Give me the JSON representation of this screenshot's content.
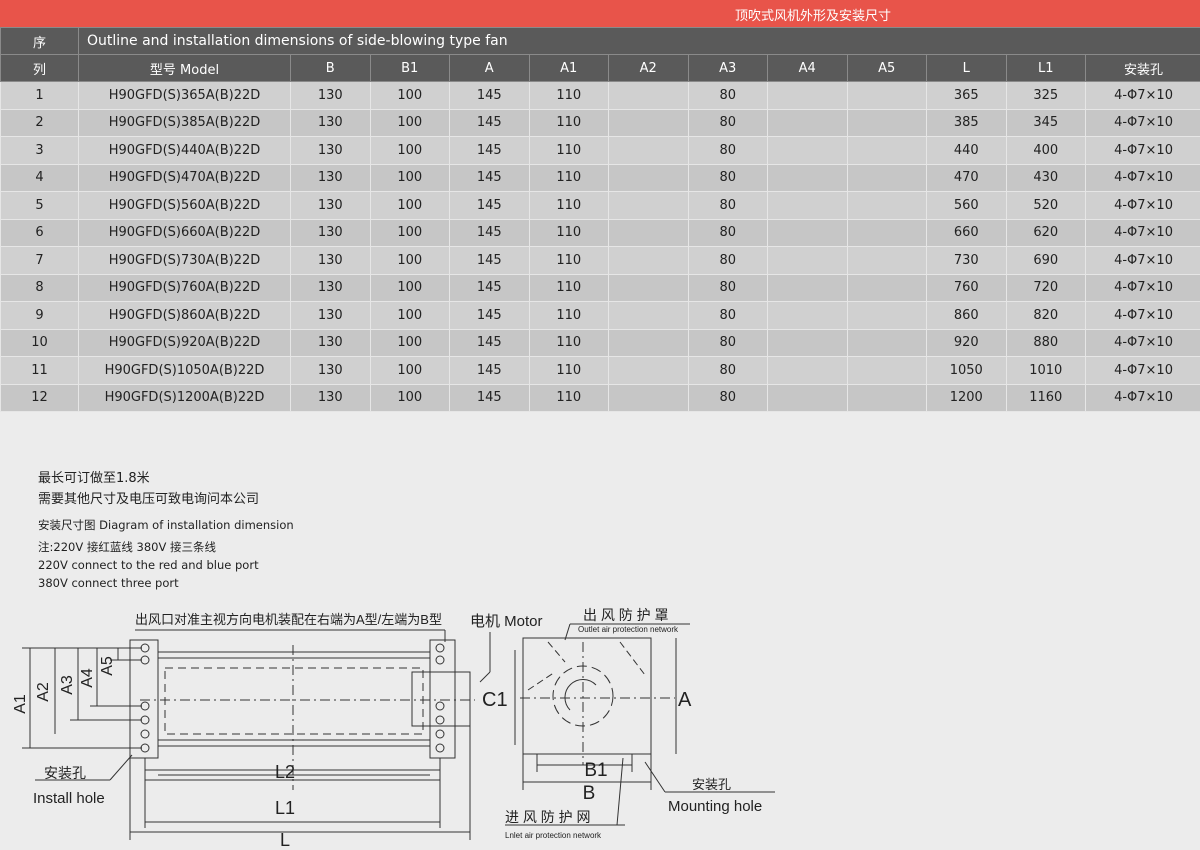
{
  "banner": {
    "title": "顶吹式风机外形及安装尺寸"
  },
  "table": {
    "seq_top": "序",
    "seq_bottom": "列",
    "subtitle": "Outline and installation dimensions of side-blowing type fan",
    "headers": [
      "型号 Model",
      "B",
      "B1",
      "A",
      "A1",
      "A2",
      "A3",
      "A4",
      "A5",
      "L",
      "L1",
      "安装孔"
    ],
    "rows": [
      [
        "1",
        "H90GFD(S)365A(B)22D",
        "130",
        "100",
        "145",
        "110",
        "",
        "80",
        "",
        "",
        "365",
        "325",
        "4-Φ7×10"
      ],
      [
        "2",
        "H90GFD(S)385A(B)22D",
        "130",
        "100",
        "145",
        "110",
        "",
        "80",
        "",
        "",
        "385",
        "345",
        "4-Φ7×10"
      ],
      [
        "3",
        "H90GFD(S)440A(B)22D",
        "130",
        "100",
        "145",
        "110",
        "",
        "80",
        "",
        "",
        "440",
        "400",
        "4-Φ7×10"
      ],
      [
        "4",
        "H90GFD(S)470A(B)22D",
        "130",
        "100",
        "145",
        "110",
        "",
        "80",
        "",
        "",
        "470",
        "430",
        "4-Φ7×10"
      ],
      [
        "5",
        "H90GFD(S)560A(B)22D",
        "130",
        "100",
        "145",
        "110",
        "",
        "80",
        "",
        "",
        "560",
        "520",
        "4-Φ7×10"
      ],
      [
        "6",
        "H90GFD(S)660A(B)22D",
        "130",
        "100",
        "145",
        "110",
        "",
        "80",
        "",
        "",
        "660",
        "620",
        "4-Φ7×10"
      ],
      [
        "7",
        "H90GFD(S)730A(B)22D",
        "130",
        "100",
        "145",
        "110",
        "",
        "80",
        "",
        "",
        "730",
        "690",
        "4-Φ7×10"
      ],
      [
        "8",
        "H90GFD(S)760A(B)22D",
        "130",
        "100",
        "145",
        "110",
        "",
        "80",
        "",
        "",
        "760",
        "720",
        "4-Φ7×10"
      ],
      [
        "9",
        "H90GFD(S)860A(B)22D",
        "130",
        "100",
        "145",
        "110",
        "",
        "80",
        "",
        "",
        "860",
        "820",
        "4-Φ7×10"
      ],
      [
        "10",
        "H90GFD(S)920A(B)22D",
        "130",
        "100",
        "145",
        "110",
        "",
        "80",
        "",
        "",
        "920",
        "880",
        "4-Φ7×10"
      ],
      [
        "11",
        "H90GFD(S)1050A(B)22D",
        "130",
        "100",
        "145",
        "110",
        "",
        "80",
        "",
        "",
        "1050",
        "1010",
        "4-Φ7×10"
      ],
      [
        "12",
        "H90GFD(S)1200A(B)22D",
        "130",
        "100",
        "145",
        "110",
        "",
        "80",
        "",
        "",
        "1200",
        "1160",
        "4-Φ7×10"
      ]
    ]
  },
  "notes": {
    "line1": "最长可订做至1.8米",
    "line2": "需要其他尺寸及电压可致电询问本公司",
    "diagram_title": "安装尺寸图 Diagram of installation dimension",
    "note_cn": "注:220V 接红蓝线    380V 接三条线",
    "note_en1": "220V connect to the red and blue port",
    "note_en2": "380V connect three port"
  },
  "diagram": {
    "orientation_note": "出风口对准主视方向电机装配在右端为A型/左端为B型",
    "motor": "电机 Motor",
    "outlet_cn": "出 风 防 护 罩",
    "outlet_en": "Outlet air protection network",
    "install_cn": "安装孔",
    "install_en": "Install hole",
    "L2": "L2",
    "L1": "L1",
    "L": "L",
    "A1": "A1",
    "A2": "A2",
    "A3": "A3",
    "A4": "A4",
    "A5": "A5",
    "C1": "C1",
    "A": "A",
    "B1": "B1",
    "B": "B",
    "mount_cn": "安装孔",
    "mount_en": "Mounting hole",
    "inlet_cn": "进 风 防 护 网",
    "inlet_en": "Lnlet air protection network"
  }
}
